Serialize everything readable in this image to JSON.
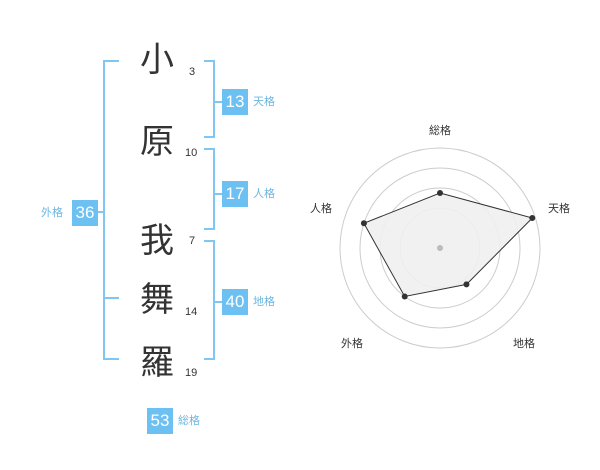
{
  "name": {
    "chars": [
      {
        "char": "小",
        "strokes": "3"
      },
      {
        "char": "原",
        "strokes": "10"
      },
      {
        "char": "我",
        "strokes": "7"
      },
      {
        "char": "舞",
        "strokes": "14"
      },
      {
        "char": "羅",
        "strokes": "19"
      }
    ]
  },
  "kaku": {
    "tenkaku": {
      "value": "13",
      "label": "天格"
    },
    "jinkaku": {
      "value": "17",
      "label": "人格"
    },
    "chikaku": {
      "value": "40",
      "label": "地格"
    },
    "gaikaku": {
      "value": "36",
      "label": "外格"
    },
    "soukaku": {
      "value": "53",
      "label": "総格"
    }
  },
  "chart_data": {
    "type": "radar",
    "axes": [
      "総格",
      "天格",
      "地格",
      "外格",
      "人格"
    ],
    "values": [
      0.55,
      0.97,
      0.45,
      0.6,
      0.8
    ],
    "max": 1,
    "rings": 4,
    "grid": true,
    "colors": {
      "fill": "#efefef",
      "stroke": "#333333",
      "grid": "#cccccc",
      "center": "#bbbbbb"
    }
  },
  "colors": {
    "accent": "#6cc0f2",
    "bracket": "#7fc7f2"
  }
}
